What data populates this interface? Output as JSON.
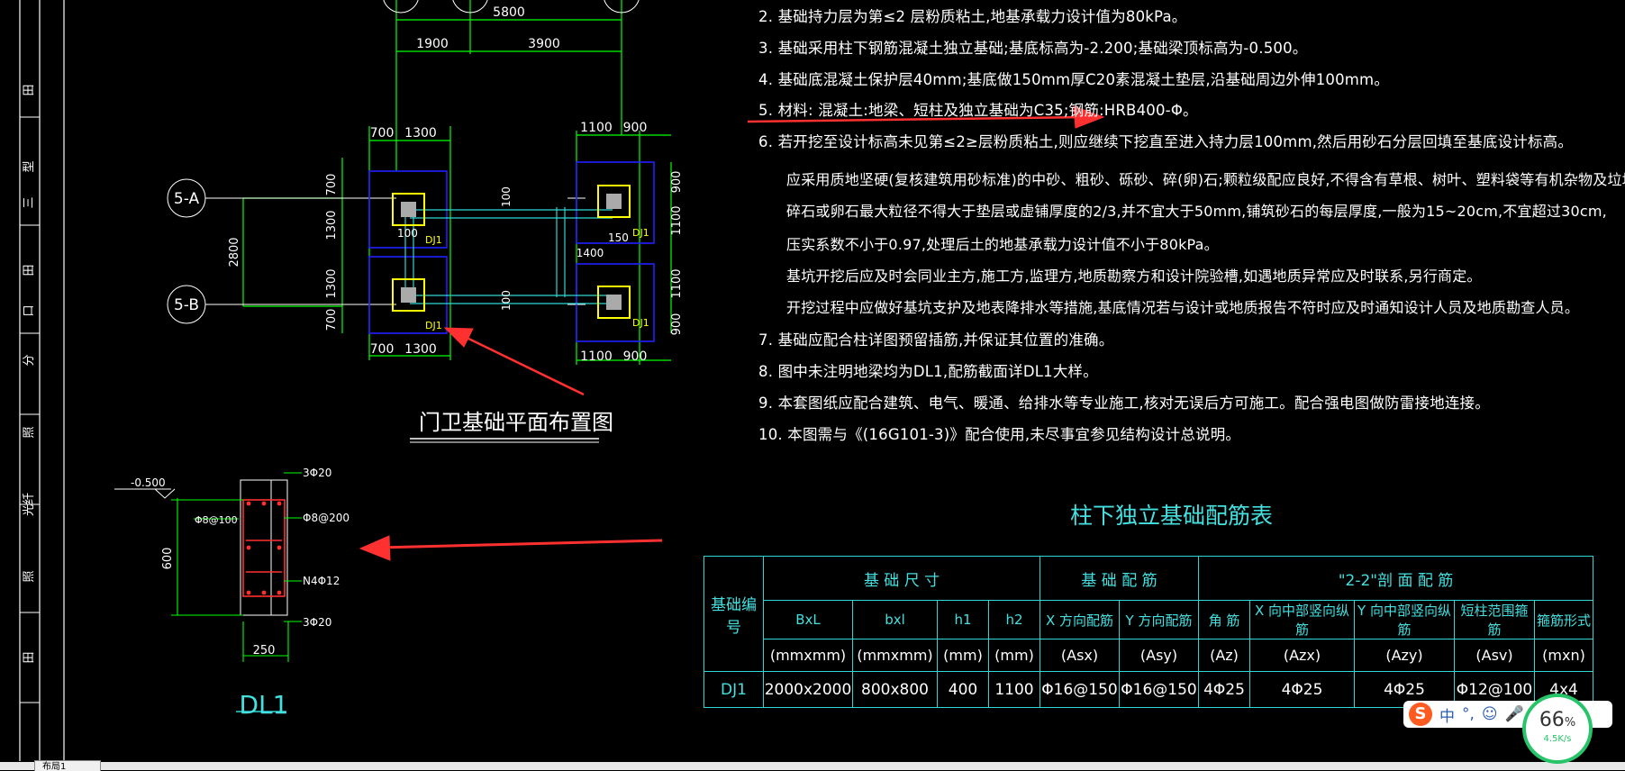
{
  "left_strip": [
    "田",
    "型",
    "三",
    "田",
    "口",
    "分",
    "照",
    "光纤",
    "照",
    "田"
  ],
  "plan": {
    "dims_top": [
      "5800",
      "1900",
      "3900"
    ],
    "dims_left_top": [
      "700",
      "1300"
    ],
    "dims_right_top": [
      "1100",
      "900"
    ],
    "dims_left_bottom": [
      "700",
      "1300"
    ],
    "dims_right_bottom": [
      "1100",
      "900"
    ],
    "dims_vertical_left": [
      "700",
      "1300",
      "1300",
      "700"
    ],
    "dims_vertical_right": [
      "900",
      "1100",
      "1100",
      "900"
    ],
    "dim_overall_vertical": "2800",
    "dim_small": [
      "100",
      "100",
      "150",
      "100",
      "1400"
    ],
    "axis_a": "5-A",
    "axis_b": "5-B",
    "footing_label": "DJ1",
    "title": "门卫基础平面布置图"
  },
  "section": {
    "elev": "-0.500",
    "labels": [
      "3Φ20",
      "Φ8@100",
      "Φ8@200",
      "N4Φ12",
      "3Φ20"
    ],
    "height": "600",
    "width": "250",
    "title": "DL1"
  },
  "notes": [
    "2. 基础持力层为第≤2 层粉质粘土,地基承载力设计值为80kPa。",
    "3. 基础采用柱下钢筋混凝土独立基础;基底标高为-2.200;基础梁顶标高为-0.500。",
    "4. 基础底混凝土保护层40mm;基底做150mm厚C20素混凝土垫层,沿基础周边外伸100mm。",
    "5. 材料: 混凝土:地梁、短柱及独立基础为C35;钢筋:HRB400-Φ。",
    "6. 若开挖至设计标高未见第≤2≥层粉质粘土,则应继续下挖直至进入持力层100mm,然后用砂石分层回填至基底设计标高。"
  ],
  "notes_sub": [
    "应采用质地坚硬(复核建筑用砂标准)的中砂、粗砂、砾砂、碎(卵)石;颗粒级配应良好,不得含有草根、树叶、塑料袋等有机杂物及垃圾。",
    "碎石或卵石最大粒径不得大于垫层或虚铺厚度的2/3,并不宜大于50mm,铺筑砂石的每层厚度,一般为15~20cm,不宜超过30cm,",
    "压实系数不小于0.97,处理后土的地基承载力设计值不小于80kPa。",
    "基坑开挖后应及时会同业主方,施工方,监理方,地质勘察方和设计院验槽,如遇地质异常应及时联系,另行商定。",
    "开挖过程中应做好基坑支护及地表降排水等措施,基底情况若与设计或地质报告不符时应及时通知设计人员及地质勘查人员。"
  ],
  "notes_more": [
    "7. 基础应配合柱详图预留插筋,并保证其位置的准确。",
    "8. 图中未注明地梁均为DL1,配筋截面详DL1大样。",
    "9. 本套图纸应配合建筑、电气、暖通、给排水等专业施工,核对无误后方可施工。配合强电图做防雷接地连接。",
    "10. 本图需与《(16G101-3)》配合使用,未尽事宜参见结构设计总说明。"
  ],
  "table": {
    "title": "柱下独立基础配筋表",
    "col_id": "基础编号",
    "grp_size": "基 础 尺 寸",
    "grp_rebar": "基 础 配 筋",
    "grp_section": "\"2-2\"剖 面 配 筋",
    "sub_headers": [
      "BxL",
      "bxl",
      "h1",
      "h2",
      "X 方向配筋",
      "Y 方向配筋",
      "角 筋",
      "X 向中部竖向纵筋",
      "Y 向中部竖向纵筋",
      "短柱范围箍筋",
      "箍筋形式"
    ],
    "units": [
      "(mmxmm)",
      "(mmxmm)",
      "(mm)",
      "(mm)",
      "(Asx)",
      "(Asy)",
      "(Az)",
      "(Azx)",
      "(Azy)",
      "(Asv)",
      "(mxn)"
    ],
    "row": [
      "DJ1",
      "2000x2000",
      "800x800",
      "400",
      "1100",
      "Φ16@150",
      "Φ16@150",
      "4Φ25",
      "4Φ25",
      "4Φ25",
      "Φ12@100",
      "4x4"
    ]
  },
  "layout_tab": "布局1",
  "ime": {
    "mode": "中",
    "punct": "°,"
  },
  "net": {
    "pct": "66",
    "pct_unit": "%",
    "speed": "4.5K/s"
  },
  "colors": {
    "green": "#00ff00",
    "blue": "#2020ff",
    "yellow": "#ffff00",
    "cyan": "#44e0e0",
    "red": "#ff3030",
    "white": "#ffffff"
  }
}
